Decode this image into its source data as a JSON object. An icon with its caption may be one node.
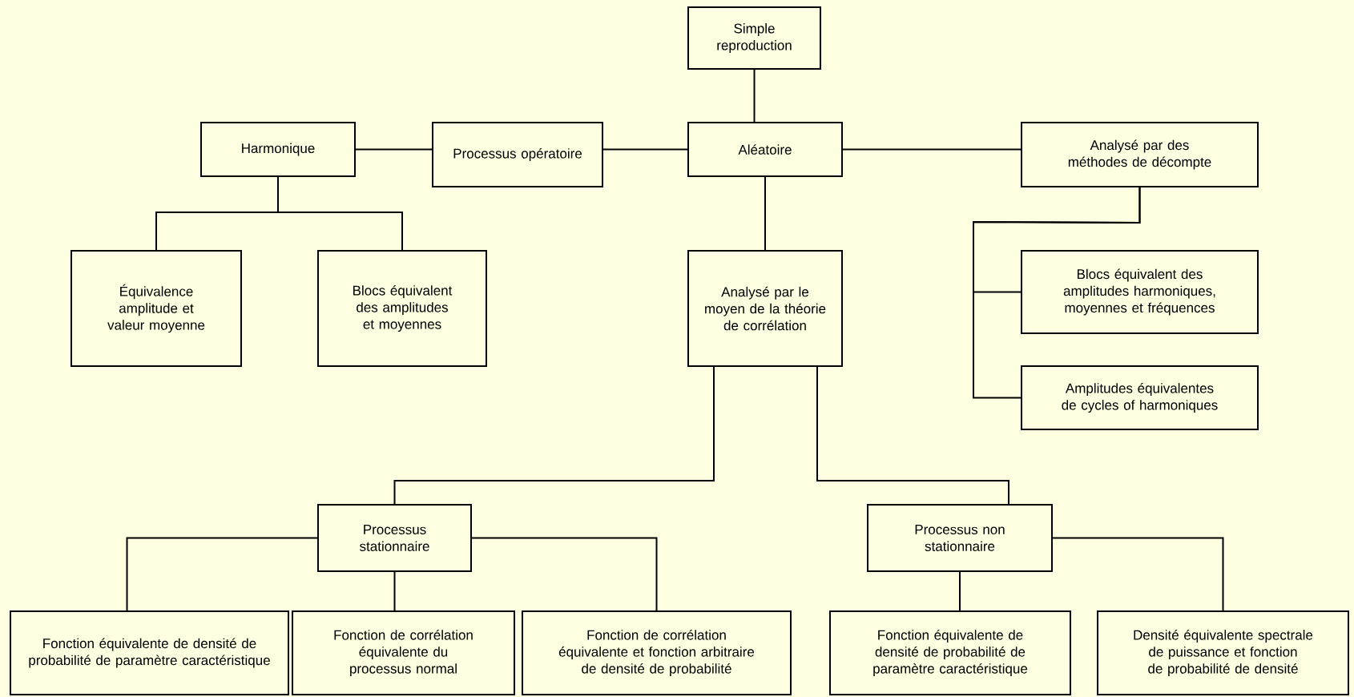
{
  "diagram": {
    "nodes": [
      {
        "text": [
          "Simple reproduction"
        ]
      },
      {
        "text": [
          "Harmonique"
        ]
      },
      {
        "text": [
          "Processus opératoire"
        ]
      },
      {
        "text": [
          "Aléatoire"
        ]
      },
      {
        "text": [
          "Analysé par des méthodes de décompte"
        ]
      },
      {
        "text": [
          "Équivalence amplitude et valeur moyenne"
        ]
      },
      {
        "text": [
          "Blocs équivalent des amplitudes et moyennes"
        ]
      },
      {
        "text": [
          "Analysé par le moyen de la théorie de corrélation"
        ]
      },
      {
        "text": [
          "Blocs équivalent des amplitudes harmoniques, moyennes et fréquences"
        ]
      },
      {
        "text": [
          "Amplitudes équivalentes de cycles of harmoniques"
        ]
      },
      {
        "text": [
          "Processus stationnaire"
        ]
      },
      {
        "text": [
          "Processus non stationnaire"
        ]
      },
      {
        "text": [
          "Fonction équivalente de densité de probabilité de paramètre caractéristique"
        ]
      },
      {
        "text": [
          "Fonction de corrélation équivalente du processus normal"
        ]
      },
      {
        "text": [
          "Fonction de corrélation équivalente et fonction arbitraire de densité de probabilité"
        ]
      },
      {
        "text": [
          "Fonction équivalente de densité de probabilité de paramètre caractéristique"
        ]
      },
      {
        "text": [
          "Densité équivalente spectrale de puissance et fonction de probabilité de densité"
        ]
      }
    ],
    "edges": [
      {
        "from": 0,
        "to": 3,
        "arrow": "none"
      },
      {
        "from": 1,
        "to": 2,
        "arrow": "none"
      },
      {
        "from": 2,
        "to": 3,
        "arrow": "none"
      },
      {
        "from": 3,
        "to": 4,
        "arrow": "none"
      },
      {
        "from": 1,
        "to": 5,
        "arrow": "none"
      },
      {
        "from": 1,
        "to": 6,
        "arrow": "none"
      },
      {
        "from": 3,
        "to": 7,
        "arrow": "none"
      },
      {
        "from": 4,
        "to": 8,
        "arrow": "none"
      },
      {
        "from": 4,
        "to": 9,
        "arrow": "none"
      },
      {
        "from": 7,
        "to": 10,
        "arrow": "none"
      },
      {
        "from": 7,
        "to": 11,
        "arrow": "none"
      },
      {
        "from": 10,
        "to": 12,
        "arrow": "none"
      },
      {
        "from": 10,
        "to": 13,
        "arrow": "none"
      },
      {
        "from": 10,
        "to": 14,
        "arrow": "none"
      },
      {
        "from": 11,
        "to": 15,
        "arrow": "none"
      },
      {
        "from": 11,
        "to": 16,
        "arrow": "none"
      }
    ]
  }
}
